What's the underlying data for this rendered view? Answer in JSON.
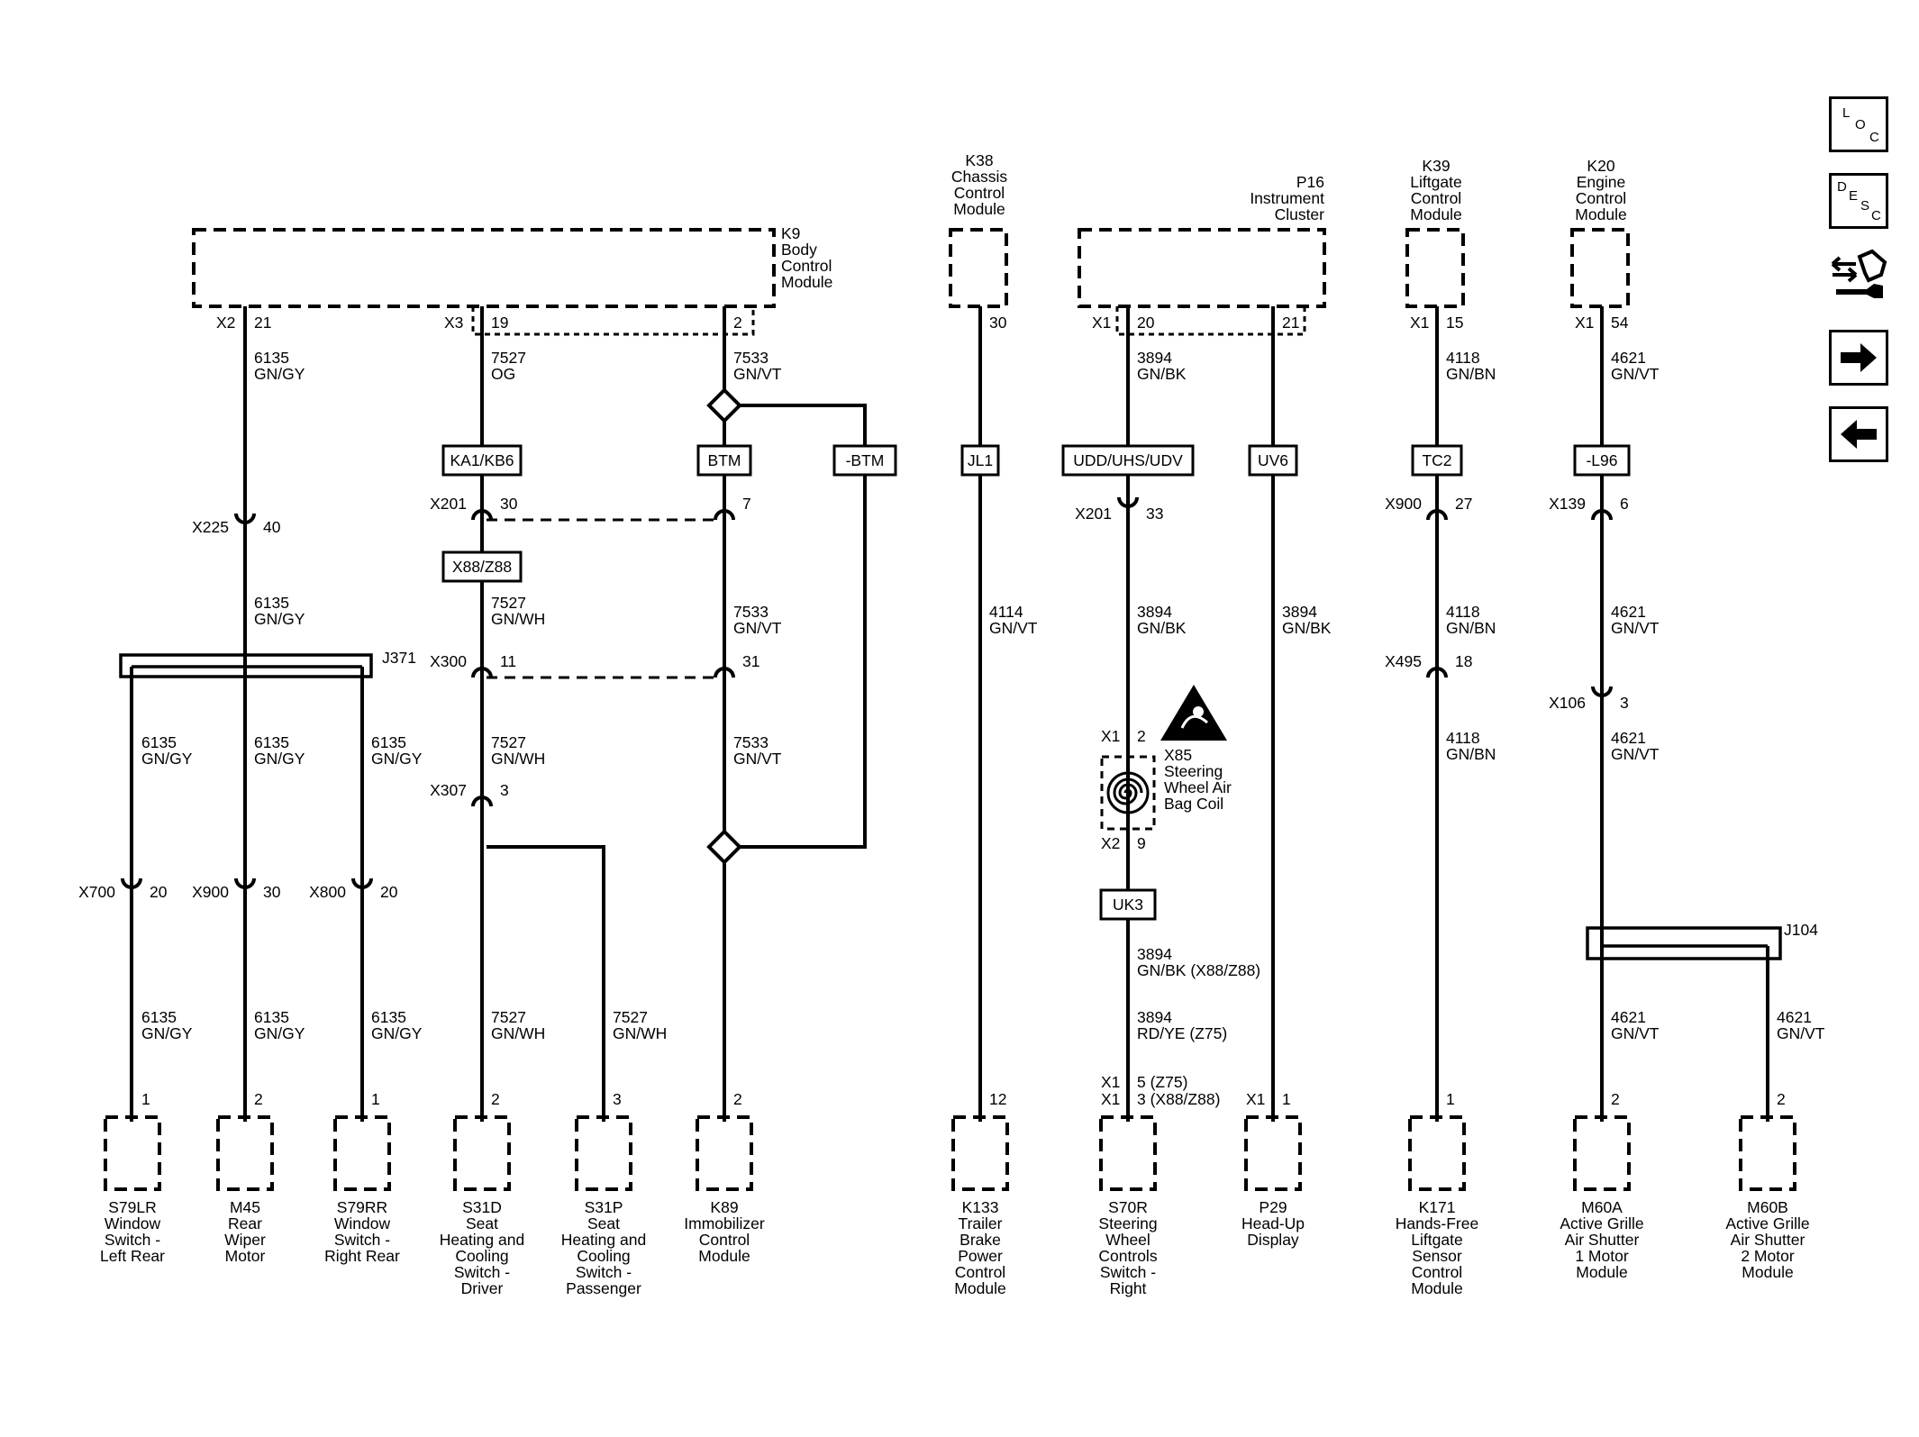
{
  "toolbar": {
    "loc": {
      "l1": "L",
      "l2": "O",
      "l3": "C"
    },
    "desc": {
      "l1": "D",
      "l2": "E",
      "l3": "S",
      "l4": "C"
    },
    "tool_icon": "connector-wrench-icon",
    "next_icon": "arrow-right-icon",
    "back_icon": "arrow-left-icon"
  },
  "modules": {
    "k9": [
      "K9",
      "Body",
      "Control",
      "Module"
    ],
    "k38": [
      "K38",
      "Chassis",
      "Control",
      "Module"
    ],
    "p16": [
      "P16",
      "Instrument",
      "Cluster"
    ],
    "k39": [
      "K39",
      "Liftgate",
      "Control",
      "Module"
    ],
    "k20": [
      "K20",
      "Engine",
      "Control",
      "Module"
    ]
  },
  "pins": {
    "k9_x2": "X2",
    "k9_x2_21": "21",
    "k9_x3": "X3",
    "k9_x3_19": "19",
    "k9_2": "2",
    "k38_30": "30",
    "p16_x1": "X1",
    "p16_20": "20",
    "p16_21": "21",
    "k39_x1": "X1",
    "k39_15": "15",
    "k20_x1": "X1",
    "k20_54": "54"
  },
  "wires": {
    "w6135": "6135",
    "gngy": "GN/GY",
    "w7527": "7527",
    "og": "OG",
    "gnwh": "GN/WH",
    "w7533": "7533",
    "gnvt": "GN/VT",
    "w4114": "4114",
    "w3894": "3894",
    "gnbk": "GN/BK",
    "gnbk_x88": "GN/BK  (X88/Z88)",
    "rdye_z75": "RD/YE  (Z75)",
    "w4118": "4118",
    "gnbn": "GN/BN",
    "w4621": "4621"
  },
  "options": {
    "ka1kb6": "KA1/KB6",
    "btm": "BTM",
    "nbtm": "-BTM",
    "x88z88": "X88/Z88",
    "jl1": "JL1",
    "udd": "UDD/UHS/UDV",
    "uv6": "UV6",
    "tc2": "TC2",
    "l96": "-L96",
    "uk3": "UK3"
  },
  "connectors": {
    "x225": "X225",
    "x225p": "40",
    "x201a": "X201",
    "x201ap": "30",
    "x201b": "7",
    "x300": "X300",
    "x300p": "11",
    "x300b": "31",
    "x307": "X307",
    "x307p": "3",
    "x700": "X700",
    "x700p": "20",
    "x900a": "X900",
    "x900ap": "30",
    "x800": "X800",
    "x800p": "20",
    "x201c": "X201",
    "x201cp": "33",
    "x900b": "X900",
    "x900bp": "27",
    "x495": "X495",
    "x495p": "18",
    "x139": "X139",
    "x139p": "6",
    "x106": "X106",
    "x106p": "3"
  },
  "splices": {
    "j371": "J371",
    "j104": "J104"
  },
  "airbag": {
    "x1": "X1",
    "p2": "2",
    "x2": "X2",
    "p9": "9",
    "name": [
      "X85",
      "Steering",
      "Wheel Air",
      "Bag Coil"
    ],
    "warning_icon": "airbag-warning-icon",
    "coil_icon": "clockspring-coil-icon"
  },
  "bottom_pins": {
    "s79lr": "1",
    "m45": "2",
    "s79rr": "1",
    "s31d": "2",
    "s31p": "3",
    "k89": "2",
    "k133": "12",
    "s70r_x1a": "X1",
    "s70r_a": "5  (Z75)",
    "s70r_x1b": "X1",
    "s70r_b": "3  (X88/Z88)",
    "p29_x1": "X1",
    "p29": "1",
    "k171": "1",
    "m60a": "2",
    "m60b": "2"
  },
  "components": {
    "s79lr": [
      "S79LR",
      "Window",
      "Switch -",
      "Left Rear"
    ],
    "m45": [
      "M45",
      "Rear",
      "Wiper",
      "Motor"
    ],
    "s79rr": [
      "S79RR",
      "Window",
      "Switch -",
      "Right Rear"
    ],
    "s31d": [
      "S31D",
      "Seat",
      "Heating and",
      "Cooling",
      "Switch -",
      "Driver"
    ],
    "s31p": [
      "S31P",
      "Seat",
      "Heating and",
      "Cooling",
      "Switch -",
      "Passenger"
    ],
    "k89": [
      "K89",
      "Immobilizer",
      "Control",
      "Module"
    ],
    "k133": [
      "K133",
      "Trailer",
      "Brake",
      "Power",
      "Control",
      "Module"
    ],
    "s70r": [
      "S70R",
      "Steering",
      "Wheel",
      "Controls",
      "Switch -",
      "Right"
    ],
    "p29": [
      "P29",
      "Head-Up",
      "Display"
    ],
    "k171": [
      "K171",
      "Hands-Free",
      "Liftgate",
      "Sensor",
      "Control",
      "Module"
    ],
    "m60a": [
      "M60A",
      "Active Grille",
      "Air Shutter",
      "1 Motor",
      "Module"
    ],
    "m60b": [
      "M60B",
      "Active Grille",
      "Air Shutter",
      "2 Motor",
      "Module"
    ]
  }
}
